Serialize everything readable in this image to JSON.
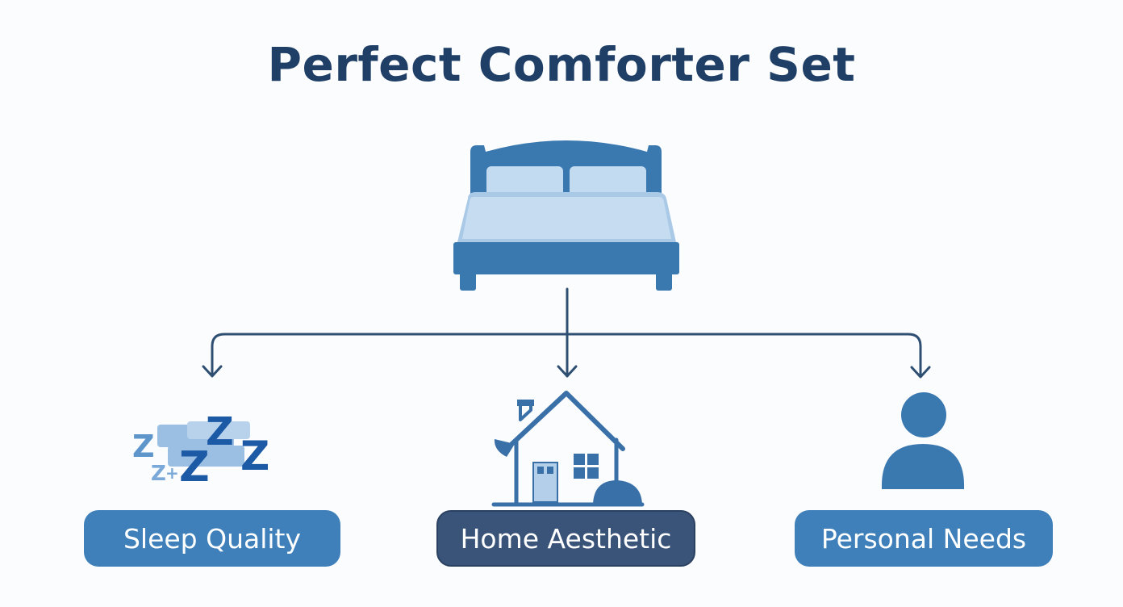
{
  "title": "Perfect Comforter Set",
  "root": {
    "icon": "bed-icon"
  },
  "branches": [
    {
      "label": "Sleep Quality",
      "icon": "zzz-sleep-icon"
    },
    {
      "label": "Home Aesthetic",
      "icon": "house-icon"
    },
    {
      "label": "Personal Needs",
      "icon": "person-icon"
    }
  ],
  "colors": {
    "title": "#1f3f66",
    "primary_blue": "#3f80ba",
    "light_blue": "#c3dbf1",
    "dark_navy": "#3a5479",
    "connector": "#2f4f72"
  }
}
